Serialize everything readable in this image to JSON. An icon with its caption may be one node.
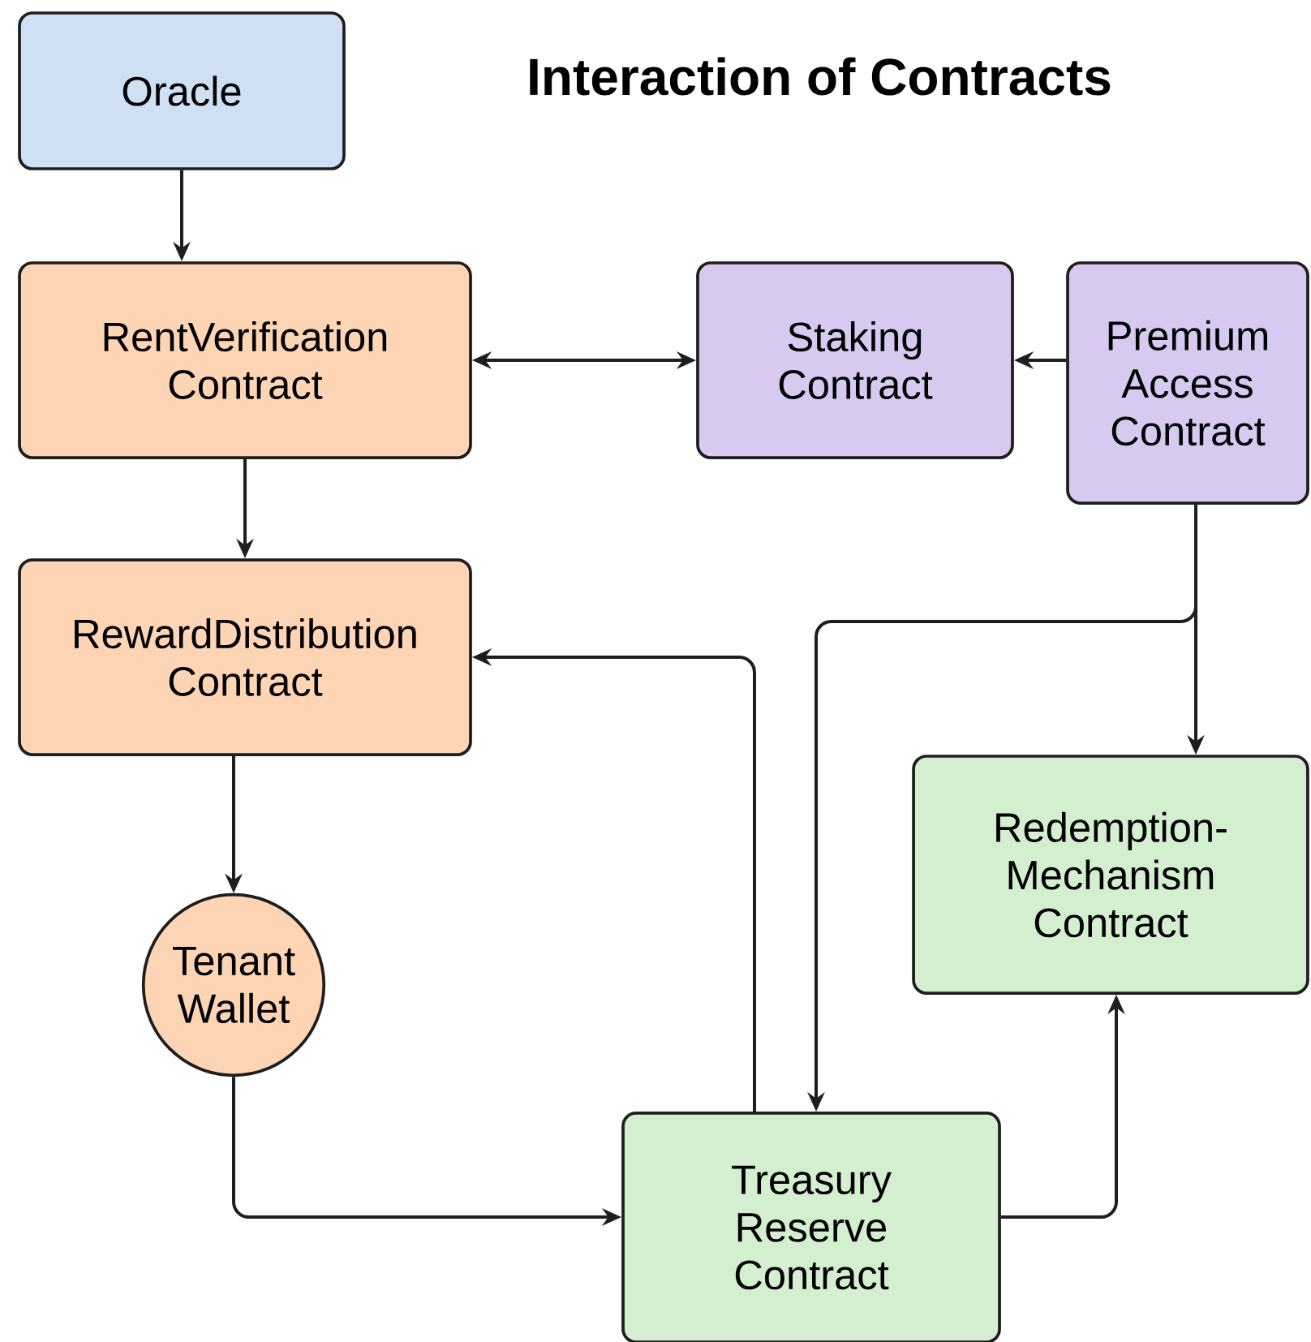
{
  "diagram": {
    "title": "Interaction of Contracts",
    "nodes": [
      {
        "text": [
          "Oracle"
        ]
      },
      {
        "text": [
          "RentVerification Contract"
        ]
      },
      {
        "text": [
          "Staking Contract"
        ]
      },
      {
        "text": [
          "Premium Access Contract"
        ]
      },
      {
        "text": [
          "RewardDistribution Contract"
        ]
      },
      {
        "text": [
          "Tenant Wallet"
        ]
      },
      {
        "text": [
          "Redemption-Mechanism Contract"
        ]
      },
      {
        "text": [
          "Treasury Reserve Contract"
        ]
      }
    ],
    "edges": [
      {
        "from": 0,
        "to": 1,
        "arrow": "to"
      },
      {
        "from": 1,
        "to": 2,
        "arrow": "both"
      },
      {
        "from": 3,
        "to": 2,
        "arrow": "to"
      },
      {
        "from": 1,
        "to": 4,
        "arrow": "to"
      },
      {
        "from": 4,
        "to": 5,
        "arrow": "to"
      },
      {
        "from": 5,
        "to": 7,
        "arrow": "to"
      },
      {
        "from": 7,
        "to": 4,
        "arrow": "to"
      },
      {
        "from": 3,
        "to": 6,
        "arrow": "to"
      },
      {
        "from": 3,
        "to": 7,
        "arrow": "to"
      },
      {
        "from": 7,
        "to": 6,
        "arrow": "to"
      }
    ]
  }
}
